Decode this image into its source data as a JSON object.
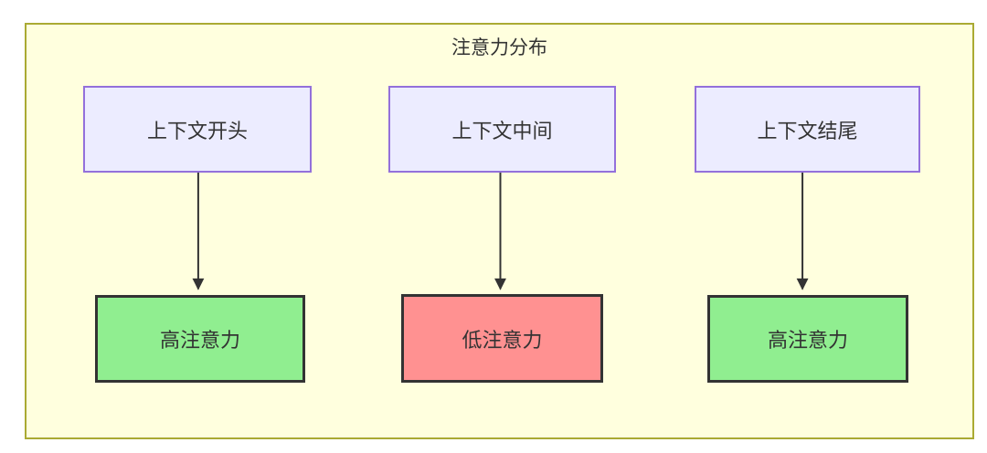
{
  "diagram": {
    "type": "flowchart",
    "title": "注意力分布",
    "top_nodes": [
      {
        "id": "context-start",
        "label": "上下文开头"
      },
      {
        "id": "context-middle",
        "label": "上下文中间"
      },
      {
        "id": "context-end",
        "label": "上下文结尾"
      }
    ],
    "bottom_nodes": [
      {
        "id": "attention-start",
        "label": "高注意力",
        "level": "high"
      },
      {
        "id": "attention-middle",
        "label": "低注意力",
        "level": "low"
      },
      {
        "id": "attention-end",
        "label": "高注意力",
        "level": "high"
      }
    ],
    "edges": [
      {
        "from": "context-start",
        "to": "attention-start"
      },
      {
        "from": "context-middle",
        "to": "attention-middle"
      },
      {
        "from": "context-end",
        "to": "attention-end"
      }
    ]
  },
  "colors": {
    "cluster_fill": "#ffffde",
    "cluster_border": "#aaaa33",
    "node_fill": "#ececff",
    "node_border": "#9370db",
    "high_attention_fill": "#90ee90",
    "low_attention_fill": "#ff9191",
    "result_node_border": "#333333",
    "edge": "#333333",
    "text": "#333333"
  }
}
